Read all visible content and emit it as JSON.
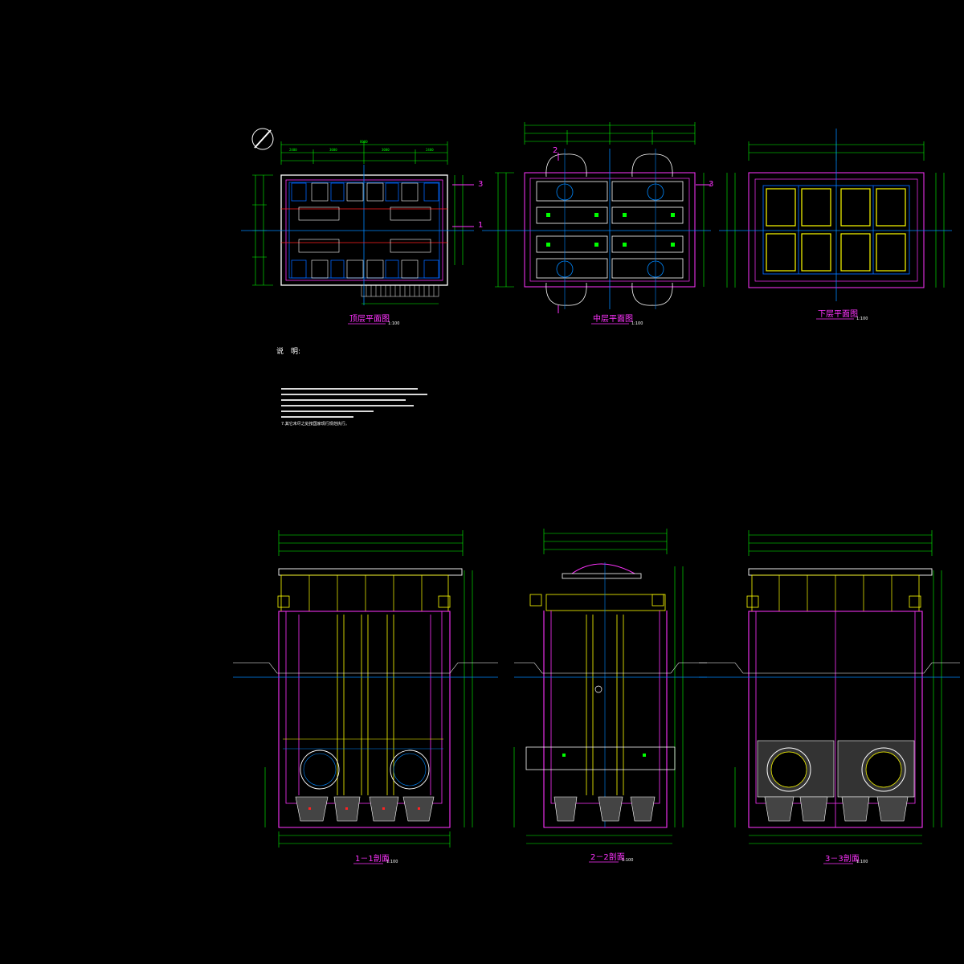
{
  "drawing": {
    "colors": {
      "background": "#000000",
      "outline": "#ff33ff",
      "dimension": "#00ff00",
      "axis": "#0088ff",
      "note": "#ffffff",
      "detail": "#ffff00",
      "accent": "#ff2222"
    },
    "plans": [
      {
        "key": "top",
        "title": "顶层平面图",
        "scale": "1:100"
      },
      {
        "key": "mid",
        "title": "中层平面图",
        "scale": "1:100"
      },
      {
        "key": "low",
        "title": "下层平面图",
        "scale": "1:100"
      }
    ],
    "sections": [
      {
        "key": "s1",
        "title": "1－1剖面",
        "scale": "1:100"
      },
      {
        "key": "s2",
        "title": "2－2剖面",
        "scale": "1:100"
      },
      {
        "key": "s3",
        "title": "3－3剖面",
        "scale": "1:100"
      }
    ],
    "notes": {
      "heading": "说　明:",
      "items": [
        "",
        "",
        "",
        "",
        "",
        "",
        "7.其它未尽之处按国家现行规范执行。"
      ]
    },
    "section_marks": [
      "1",
      "2",
      "3"
    ],
    "icons": [
      "north-arrow-icon"
    ]
  }
}
